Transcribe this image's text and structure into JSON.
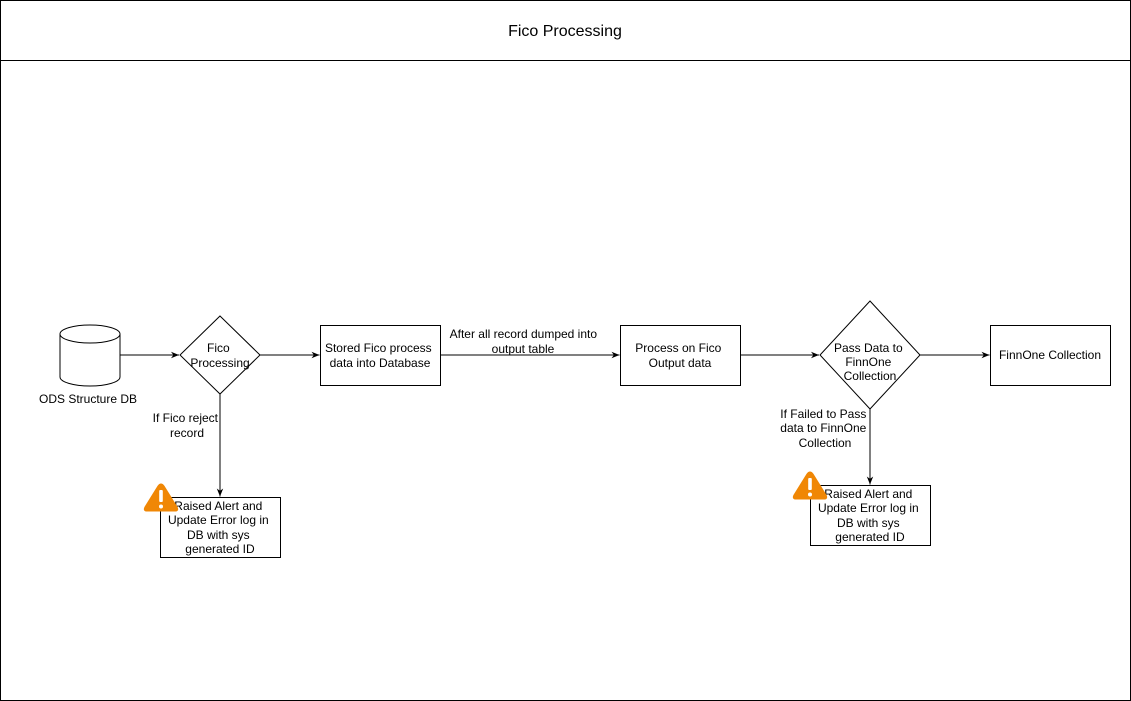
{
  "title": "Fico Processing",
  "colors": {
    "stroke": "#000000",
    "fill": "#ffffff",
    "warning": "#f08705",
    "warning_mark": "#ffffff"
  },
  "nodes": {
    "ods_db": {
      "label": "ODS Structure DB",
      "shape": "cylinder"
    },
    "fico_processing": {
      "lines": [
        "Fico",
        "Processing"
      ],
      "shape": "diamond"
    },
    "stored_fico": {
      "lines": [
        "Stored Fico process",
        "data into Database"
      ],
      "shape": "rectangle"
    },
    "process_output": {
      "lines": [
        "Process on Fico",
        "Output data"
      ],
      "shape": "rectangle"
    },
    "pass_data": {
      "lines": [
        "Pass Data to",
        "FinnOne",
        "Collection"
      ],
      "shape": "diamond"
    },
    "finnone": {
      "label": "FinnOne Collection",
      "shape": "rectangle"
    },
    "alert_left": {
      "lines": [
        "Raised Alert and",
        "Update Error log in",
        "DB with sys",
        "generated ID"
      ],
      "shape": "rectangle",
      "icon": "warning-icon"
    },
    "alert_right": {
      "lines": [
        "Raised Alert and",
        "Update Error log in",
        "DB with sys",
        "generated ID"
      ],
      "shape": "rectangle",
      "icon": "warning-icon"
    }
  },
  "edges": {
    "after_dump": {
      "lines": [
        "After all record dumped into",
        "output table"
      ]
    },
    "fico_reject": {
      "lines": [
        "If Fico reject",
        "record"
      ]
    },
    "failed_pass": {
      "lines": [
        "If Failed to Pass",
        "data to FinnOne",
        "Collection"
      ]
    }
  }
}
